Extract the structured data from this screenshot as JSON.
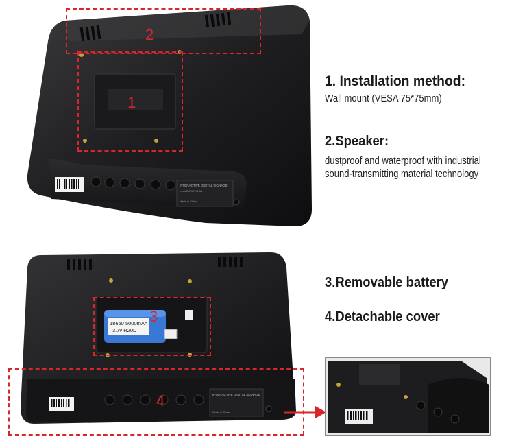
{
  "features": [
    {
      "title": "1. Installation method:",
      "desc_lines": [
        "Wall mount (VESA  75*75mm)"
      ]
    },
    {
      "title": "2.Speaker:",
      "desc_lines": [
        "dustproof and waterproof with industrial",
        "sound-transmitting material technology"
      ]
    },
    {
      "title": "3.Removable battery",
      "desc_lines": []
    },
    {
      "title": "4.Detachable cover",
      "desc_lines": []
    }
  ],
  "callouts": [
    "1",
    "2",
    "3",
    "4"
  ],
  "device_labels": {
    "product_name": "INTERACTIVE DIGITAL SIGNAGE",
    "input": "Input:DC      12V/1.5A",
    "made_in": "Made in China",
    "battery_line1": "18650  5000mAh",
    "battery_line2": "3.7v  R20D"
  },
  "colors": {
    "accent": "#d8262b",
    "device": "#1c1c1e",
    "text": "#1a1a1a"
  }
}
